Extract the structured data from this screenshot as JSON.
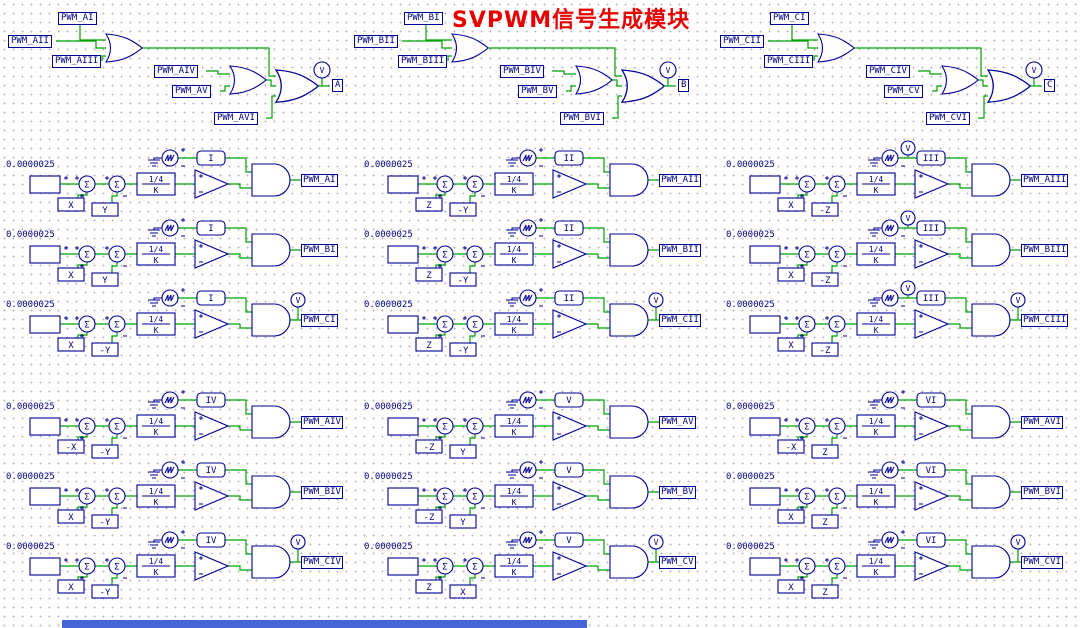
{
  "title": "SVPWM信号生成模块",
  "colors": {
    "component": "#000096",
    "wire": "#00A000",
    "title": "#e80000",
    "label": "#000082",
    "background": "#ffffff",
    "bottom_bar": "#4666d8"
  },
  "labels": {
    "sigma": "Σ",
    "gain_num": "1/4",
    "gain_den": "K",
    "v_probe": "V"
  },
  "or_sections": [
    {
      "inputs": [
        "PWM_AI",
        "PWM_AII",
        "PWM_AIII",
        "PWM_AIV",
        "PWM_AV",
        "PWM_AVI"
      ],
      "output": "A"
    },
    {
      "inputs": [
        "PWM_BI",
        "PWM_BII",
        "PWM_BIII",
        "PWM_BIV",
        "PWM_BV",
        "PWM_BVI"
      ],
      "output": "B"
    },
    {
      "inputs": [
        "PWM_CI",
        "PWM_CII",
        "PWM_CIII",
        "PWM_CIV",
        "PWM_CV",
        "PWM_CVI"
      ],
      "output": "C"
    }
  ],
  "rows": [
    {
      "tc": "0.0000025",
      "sector": "I",
      "in1": "X",
      "in2": "Y",
      "out": "PWM_AI",
      "v_out": false,
      "v_sector": false
    },
    {
      "tc": "0.0000025",
      "sector": "I",
      "in1": "X",
      "in2": "Y",
      "out": "PWM_BI",
      "v_out": false,
      "v_sector": false
    },
    {
      "tc": "0.0000025",
      "sector": "I",
      "in1": "X",
      "in2": "-Y",
      "out": "PWM_CI",
      "v_out": true,
      "v_sector": false
    },
    {
      "tc": "0.0000025",
      "sector": "IV",
      "in1": "-X",
      "in2": "-Y",
      "out": "PWM_AIV",
      "v_out": false,
      "v_sector": false
    },
    {
      "tc": "0.0000025",
      "sector": "IV",
      "in1": "X",
      "in2": "-Y",
      "out": "PWM_BIV",
      "v_out": false,
      "v_sector": false
    },
    {
      "tc": "0.0000025",
      "sector": "IV",
      "in1": "X",
      "in2": "-Y",
      "out": "PWM_CIV",
      "v_out": true,
      "v_sector": false
    },
    {
      "tc": "0.0000025",
      "sector": "II",
      "in1": "Z",
      "in2": "-Y",
      "out": "PWM_AII",
      "v_out": false,
      "v_sector": false
    },
    {
      "tc": "0.0000025",
      "sector": "II",
      "in1": "Z",
      "in2": "-Y",
      "out": "PWM_BII",
      "v_out": false,
      "v_sector": false
    },
    {
      "tc": "0.0000025",
      "sector": "II",
      "in1": "Z",
      "in2": "-Y",
      "out": "PWM_CII",
      "v_out": true,
      "v_sector": false
    },
    {
      "tc": "0.0000025",
      "sector": "V",
      "in1": "-Z",
      "in2": "Y",
      "out": "PWM_AV",
      "v_out": false,
      "v_sector": false
    },
    {
      "tc": "0.0000025",
      "sector": "V",
      "in1": "-Z",
      "in2": "Y",
      "out": "PWM_BV",
      "v_out": false,
      "v_sector": false
    },
    {
      "tc": "0.0000025",
      "sector": "V",
      "in1": "Z",
      "in2": "X",
      "out": "PWM_CV",
      "v_out": true,
      "v_sector": false
    },
    {
      "tc": "0.0000025",
      "sector": "III",
      "in1": "X",
      "in2": "-Z",
      "out": "PWM_AIII",
      "v_out": false,
      "v_sector": true
    },
    {
      "tc": "0.0000025",
      "sector": "III",
      "in1": "X",
      "in2": "-Z",
      "out": "PWM_BIII",
      "v_out": false,
      "v_sector": true
    },
    {
      "tc": "0.0000025",
      "sector": "III",
      "in1": "X",
      "in2": "-Z",
      "out": "PWM_CIII",
      "v_out": true,
      "v_sector": true
    },
    {
      "tc": "0.0000025",
      "sector": "VI",
      "in1": "-X",
      "in2": "Z",
      "out": "PWM_AVI",
      "v_out": false,
      "v_sector": false
    },
    {
      "tc": "0.0000025",
      "sector": "VI",
      "in1": "X",
      "in2": "Z",
      "out": "PWM_BVI",
      "v_out": false,
      "v_sector": false
    },
    {
      "tc": "0.0000025",
      "sector": "VI",
      "in1": "X",
      "in2": "Z",
      "out": "PWM_CVI",
      "v_out": true,
      "v_sector": false
    }
  ]
}
